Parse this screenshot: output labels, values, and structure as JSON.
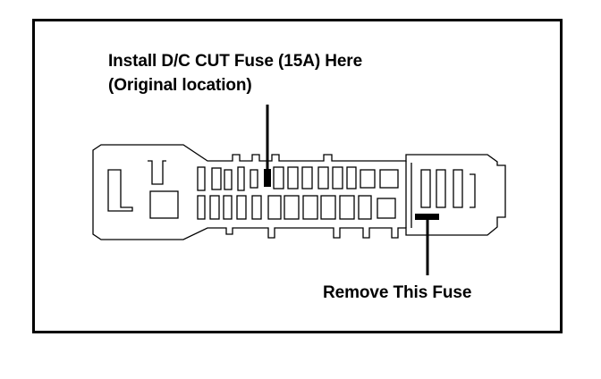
{
  "callouts": {
    "install_line1": "Install D/C CUT Fuse (15A) Here",
    "install_line2": "(Original location)",
    "remove": "Remove This Fuse"
  },
  "colors": {
    "ink": "#000000",
    "paper": "#ffffff"
  }
}
